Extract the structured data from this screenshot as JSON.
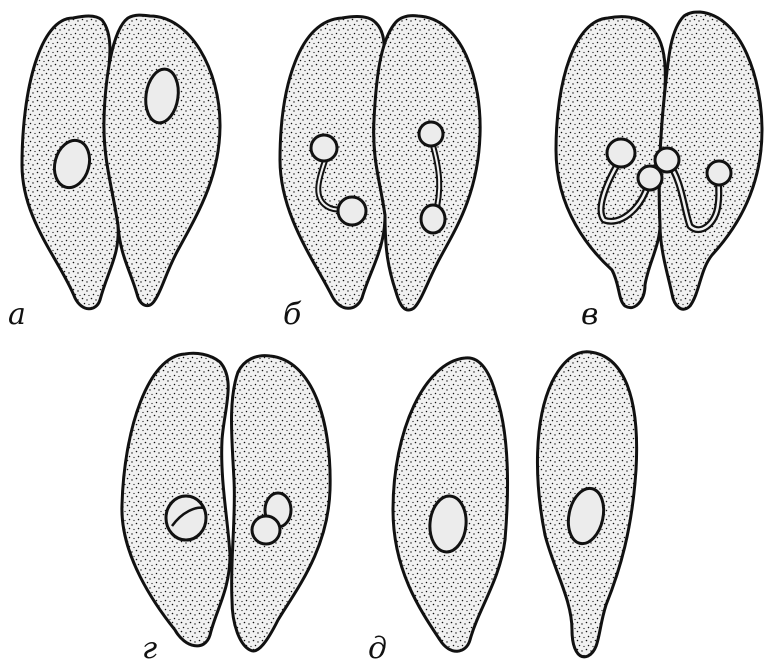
{
  "figure": {
    "panels": [
      {
        "id": "a",
        "label": "а"
      },
      {
        "id": "b",
        "label": "б"
      },
      {
        "id": "v",
        "label": "в"
      },
      {
        "id": "g",
        "label": "г"
      },
      {
        "id": "d",
        "label": "д"
      }
    ]
  },
  "colors": {
    "ink": "#111111",
    "cell_fill": "#efefef",
    "background": "#ffffff"
  }
}
